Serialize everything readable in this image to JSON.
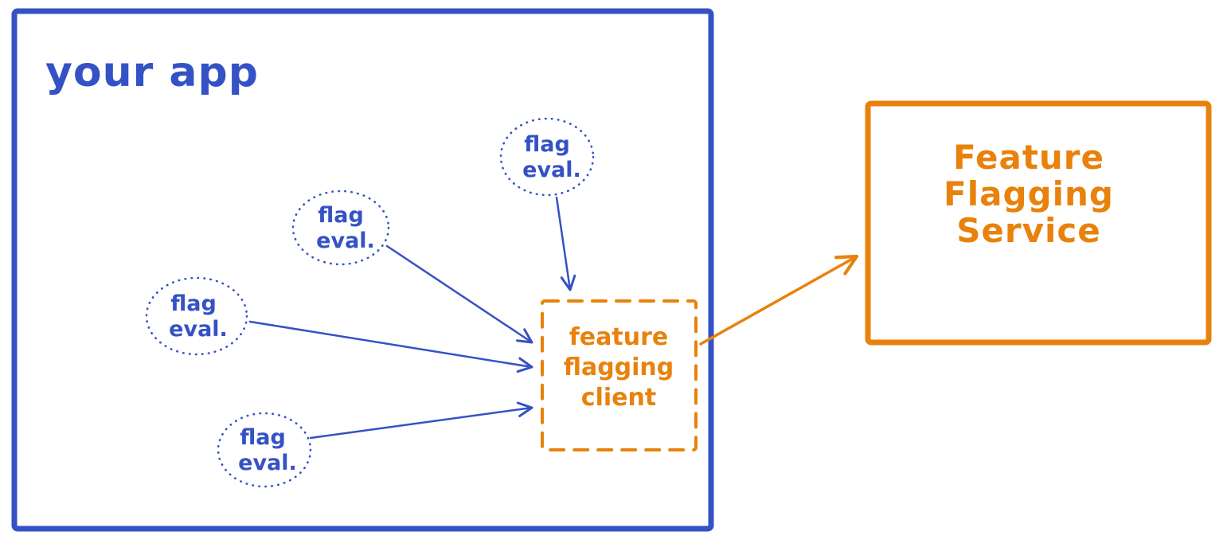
{
  "diagram": {
    "colors": {
      "blue": "#3452c5",
      "orange": "#e8820c",
      "background": "#ffffff"
    },
    "app_box": {
      "label": "your app"
    },
    "flag_eval_nodes": [
      {
        "lines": [
          "flag",
          "eval."
        ]
      },
      {
        "lines": [
          "flag",
          "eval."
        ]
      },
      {
        "lines": [
          "flag",
          "eval."
        ]
      },
      {
        "lines": [
          "flag",
          "eval."
        ]
      }
    ],
    "client_box": {
      "lines": [
        "feature",
        "flagging",
        "client"
      ]
    },
    "service_box": {
      "lines": [
        "Feature",
        "Flagging",
        "Service"
      ]
    }
  }
}
